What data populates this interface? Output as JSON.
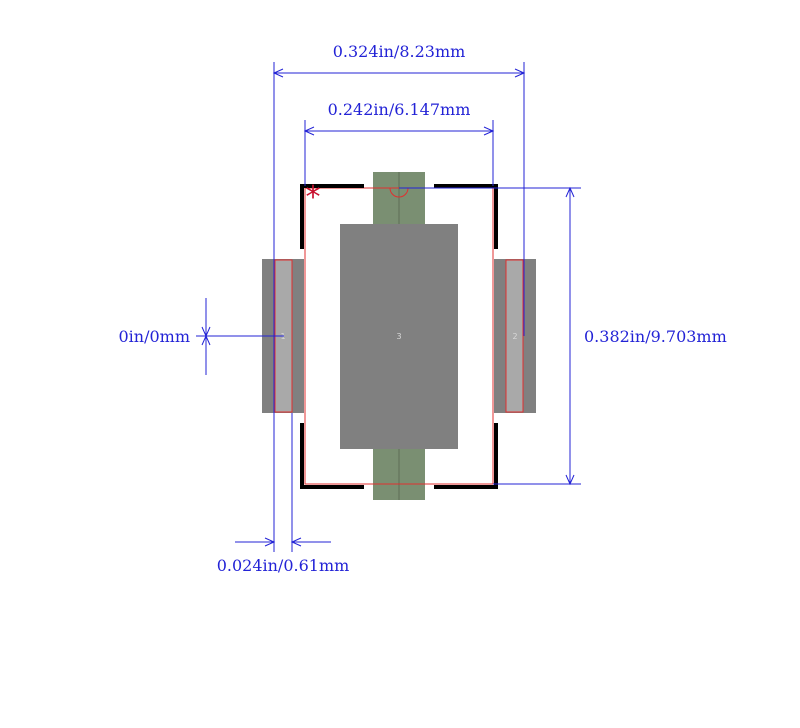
{
  "dimensions": {
    "overall_width": "0.324in/8.23mm",
    "body_width": "0.242in/6.147mm",
    "height": "0.382in/9.703mm",
    "origin_offset": "0in/0mm",
    "pad_width": "0.024in/0.61mm"
  },
  "pins": {
    "pin1": "1",
    "pin2": "2",
    "pin3": "3"
  },
  "markers": {
    "pin1_indicator": "*"
  },
  "colors": {
    "dimension": "#2323d6",
    "pad": "#808080",
    "pad_tab": "#7a8f72",
    "outline": "#000000",
    "courtyard": "#e03030",
    "pin1_marker": "#c8102e"
  }
}
